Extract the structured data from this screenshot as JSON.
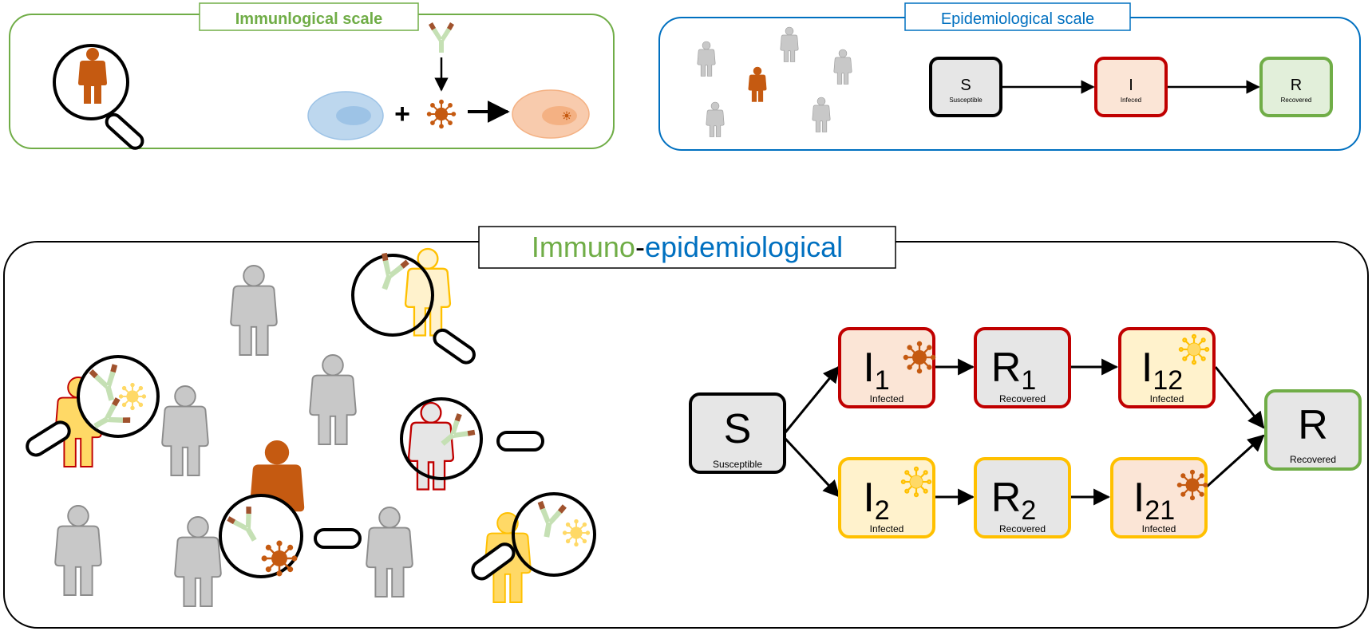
{
  "immunological": {
    "title": "Immunlogical scale",
    "color": "#70AD47"
  },
  "epidemiological": {
    "title": "Epidemiological scale",
    "color": "#0070C0",
    "nodes": [
      {
        "key": "S",
        "letter": "S",
        "caption": "Susceptible",
        "border": "#000000",
        "fill": "#E6E6E6"
      },
      {
        "key": "I",
        "letter": "I",
        "caption": "Infeced",
        "border": "#C00000",
        "fill": "#FBE5D6"
      },
      {
        "key": "R",
        "letter": "R",
        "caption": "Recovered",
        "border": "#70AD47",
        "fill": "#E2EFDA"
      }
    ]
  },
  "combined": {
    "title_part1": "Immuno",
    "title_sep": "-",
    "title_part2": "epidemiological",
    "part1_color": "#70AD47",
    "part2_color": "#0070C0",
    "nodes": {
      "S": {
        "letter": "S",
        "sub": "",
        "caption": "Susceptible",
        "border": "#000000",
        "fill": "#E6E6E6"
      },
      "I1": {
        "letter": "I",
        "sub": "1",
        "caption": "Infected",
        "border": "#C00000",
        "fill": "#FBE5D6"
      },
      "R1": {
        "letter": "R",
        "sub": "1",
        "caption": "Recovered",
        "border": "#C00000",
        "fill": "#E6E6E6"
      },
      "I12": {
        "letter": "I",
        "sub": "12",
        "caption": "Infected",
        "border": "#C00000",
        "fill": "#FFF2CC"
      },
      "I2": {
        "letter": "I",
        "sub": "2",
        "caption": "Infected",
        "border": "#FFC000",
        "fill": "#FFF2CC"
      },
      "R2": {
        "letter": "R",
        "sub": "2",
        "caption": "Recovered",
        "border": "#FFC000",
        "fill": "#E6E6E6"
      },
      "I21": {
        "letter": "I",
        "sub": "21",
        "caption": "Infected",
        "border": "#FFC000",
        "fill": "#FBE5D6"
      },
      "R": {
        "letter": "R",
        "sub": "",
        "caption": "Recovered",
        "border": "#70AD47",
        "fill": "#E6E6E6"
      }
    }
  },
  "colors": {
    "person_grey": "#C8C8C8",
    "person_orange": "#C55A11",
    "person_yellow": "#FFD966",
    "virus_orange": "#C55A11",
    "virus_yellow": "#FFD966",
    "cell_blue": "#BDD7EE",
    "cell_orange": "#F8CBAD"
  }
}
